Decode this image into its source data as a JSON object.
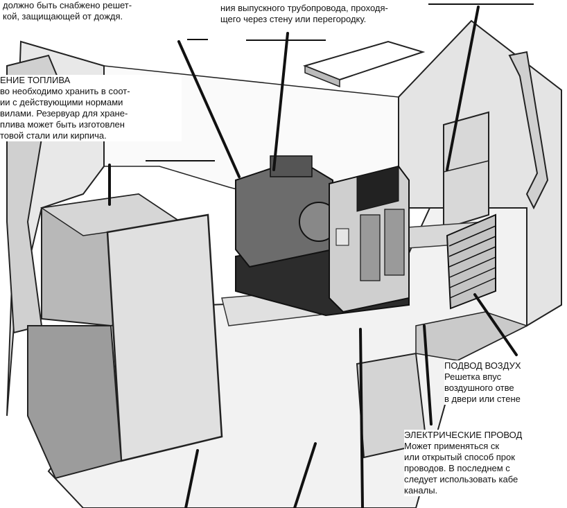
{
  "captions": {
    "top_left": {
      "lines": [
        "должно быть снабжено решет-",
        "кой, защищающей от дождя."
      ]
    },
    "top_center": {
      "lines": [
        "ния выпускного трубопровода, проходя-",
        "щего через стену или перегородку."
      ]
    },
    "fuel": {
      "heading": "ЕНИЕ ТОПЛИВА",
      "lines": [
        "во необходимо хранить в соот-",
        "ии с действующими нормами",
        "вилами. Резервуар для хране-",
        "плива может быть изготовлен",
        "товой стали или кирпича."
      ]
    },
    "air": {
      "heading": "ПОДВОД ВОЗДУХ",
      "lines": [
        "Решетка        впус",
        "воздушного  отве",
        "в двери или стене"
      ]
    },
    "electric": {
      "heading": "ЭЛЕКТРИЧЕСКИЕ ПРОВОД",
      "lines": [
        "Может    применяться    ск",
        "или открытый способ прок",
        "проводов.  В  последнем  с",
        "следует использовать кабе",
        "каналы."
      ]
    }
  },
  "colors": {
    "wall": "#e6e6e6",
    "wall_dark": "#bdbdbd",
    "floor": "#f4f4f4",
    "metal": "#c8c8c8",
    "shadow": "#2a2a2a",
    "outline": "#111111"
  }
}
